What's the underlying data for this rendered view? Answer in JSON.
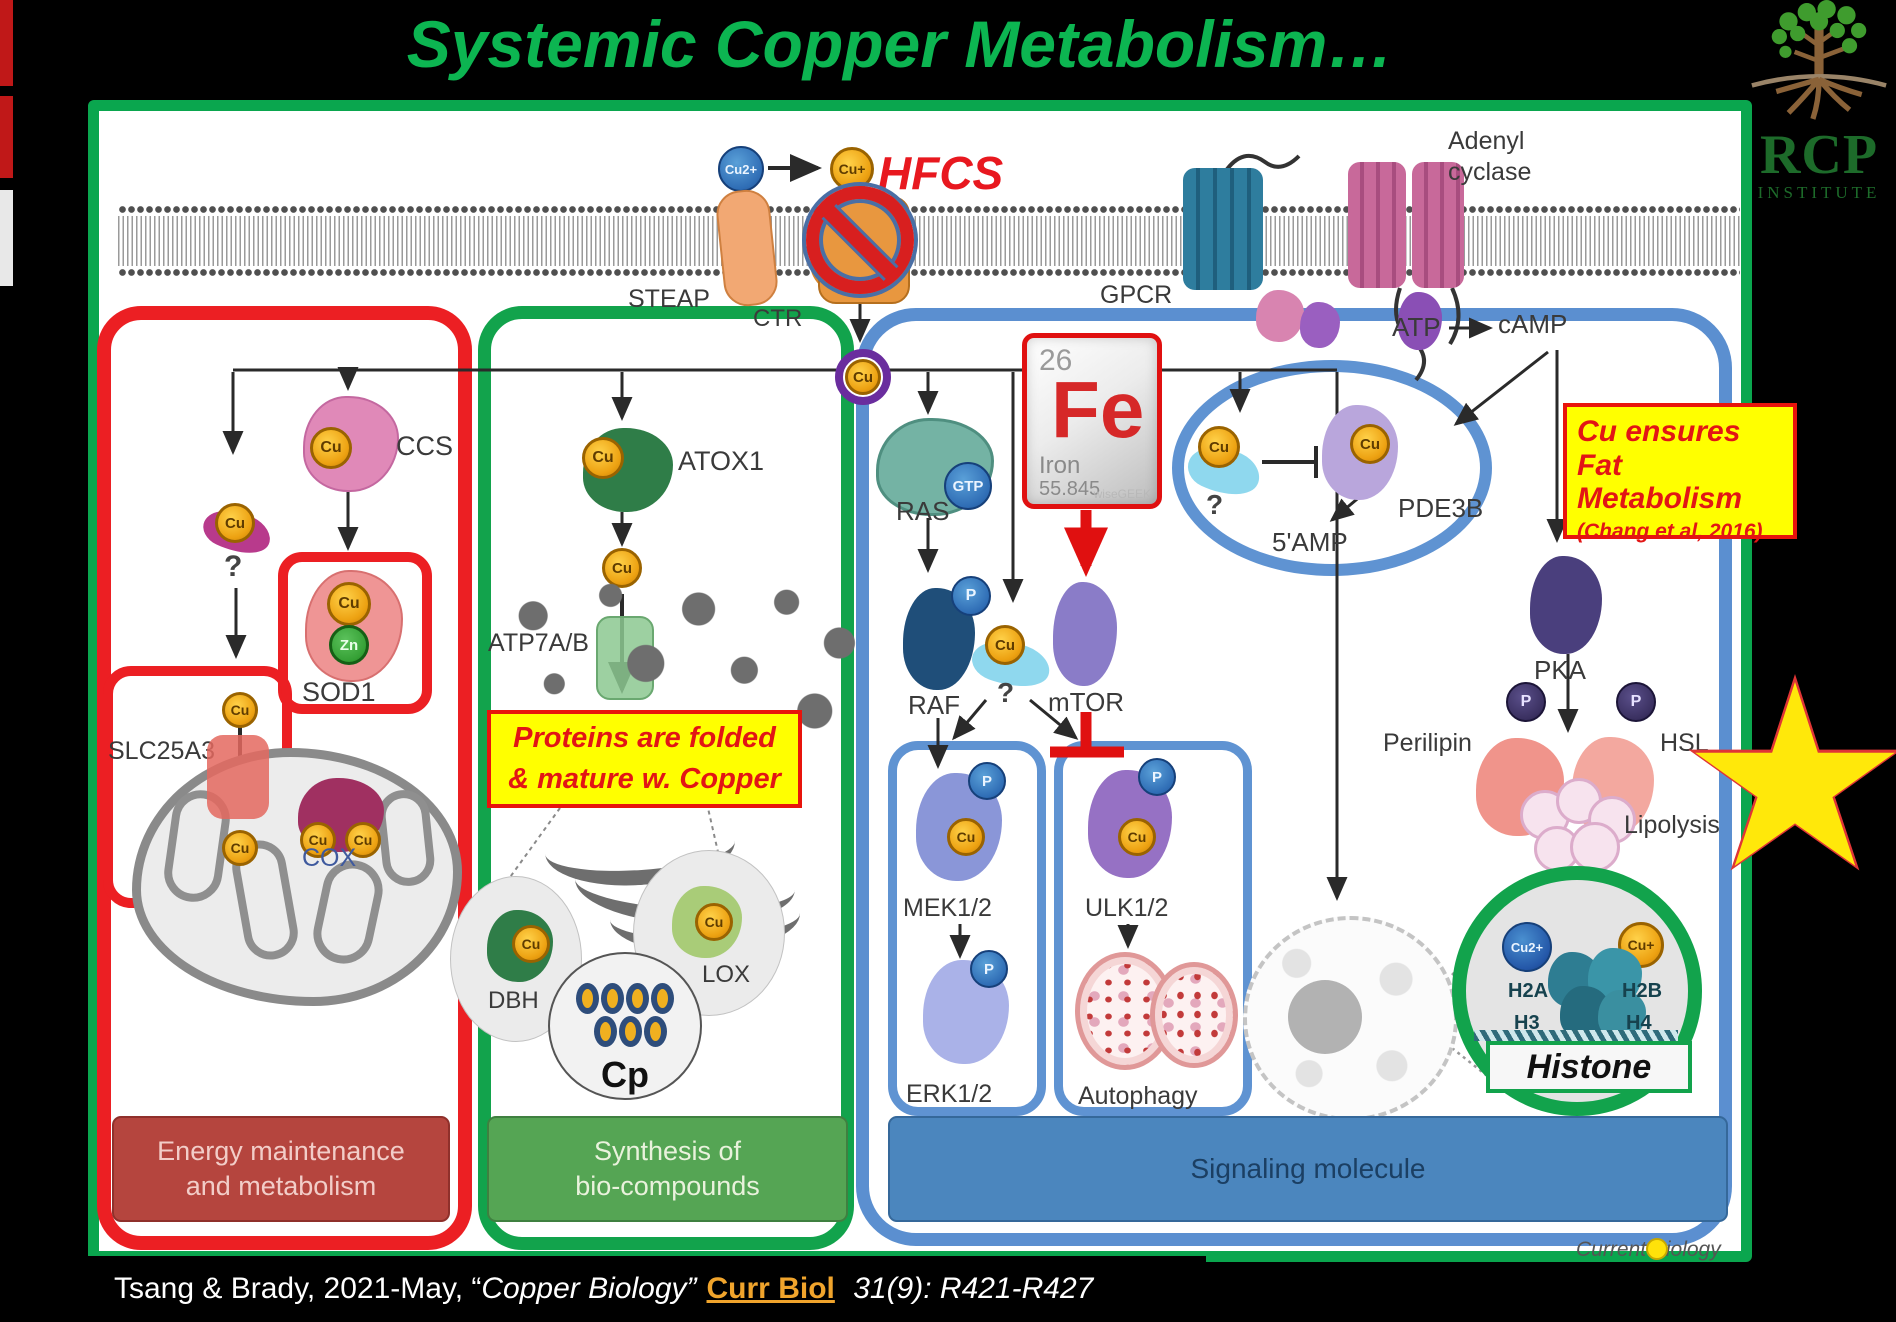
{
  "slide": {
    "title": "Systemic Copper Metabolism…"
  },
  "logo": {
    "name": "RCP",
    "sub": "INSTITUTE"
  },
  "common": {
    "cu": "Cu",
    "p": "P",
    "q": "?"
  },
  "top": {
    "cu2": "Cu2+",
    "cu1": "Cu+",
    "hfcs": "HFCS",
    "steap": "STEAP",
    "ctr": "CTR",
    "gpcr": "GPCR",
    "adenyl_l1": "Adenyl",
    "adenyl_l2": "cyclase",
    "atp": "ATP",
    "camp": "cAMP"
  },
  "left": {
    "ccs": "CCS",
    "sod1": "SOD1",
    "zn": "Zn",
    "slc": "SLC25A3",
    "cox": "COX",
    "bar_l1": "Energy maintenance",
    "bar_l2": "and metabolism"
  },
  "mid": {
    "atox1": "ATOX1",
    "atp7": "ATP7A/B",
    "note_l1": "Proteins are folded",
    "note_l2": "& mature w. Copper",
    "dbh": "DBH",
    "lox": "LOX",
    "cp": "Cp",
    "bar_l1": "Synthesis of",
    "bar_l2": "bio-compounds"
  },
  "right": {
    "ras": "RAS",
    "gtp": "GTP",
    "raf": "RAF",
    "mek": "MEK1/2",
    "erk": "ERK1/2",
    "mtor": "mTOR",
    "ulk": "ULK1/2",
    "autophagy": "Autophagy",
    "pde3b": "PDE3B",
    "amp": "5'AMP",
    "pka": "PKA",
    "perilipin": "Perilipin",
    "hsl": "HSL",
    "lipolysis": "Lipolysis",
    "bar": "Signaling molecule",
    "fe": {
      "number": "26",
      "symbol": "Fe",
      "name": "Iron",
      "mass": "55.845",
      "watermark": "wiseGEEK"
    },
    "fat_note_l1": "Cu ensures Fat",
    "fat_note_l2": "Metabolism",
    "fat_note_l3": "(Chang et al, 2016)",
    "histone": {
      "cu2": "Cu2+",
      "cu1": "Cu+",
      "h2a": "H2A",
      "h2b": "H2B",
      "h3": "H3",
      "h4": "H4",
      "label": "Histone"
    },
    "currbio": "Current Biology"
  },
  "citation": {
    "pre": "Tsang & Brady, 2021-May, “",
    "title": "Copper Biology”",
    "journal": "Curr Biol",
    "tail": " 31(9): R421-R427"
  }
}
